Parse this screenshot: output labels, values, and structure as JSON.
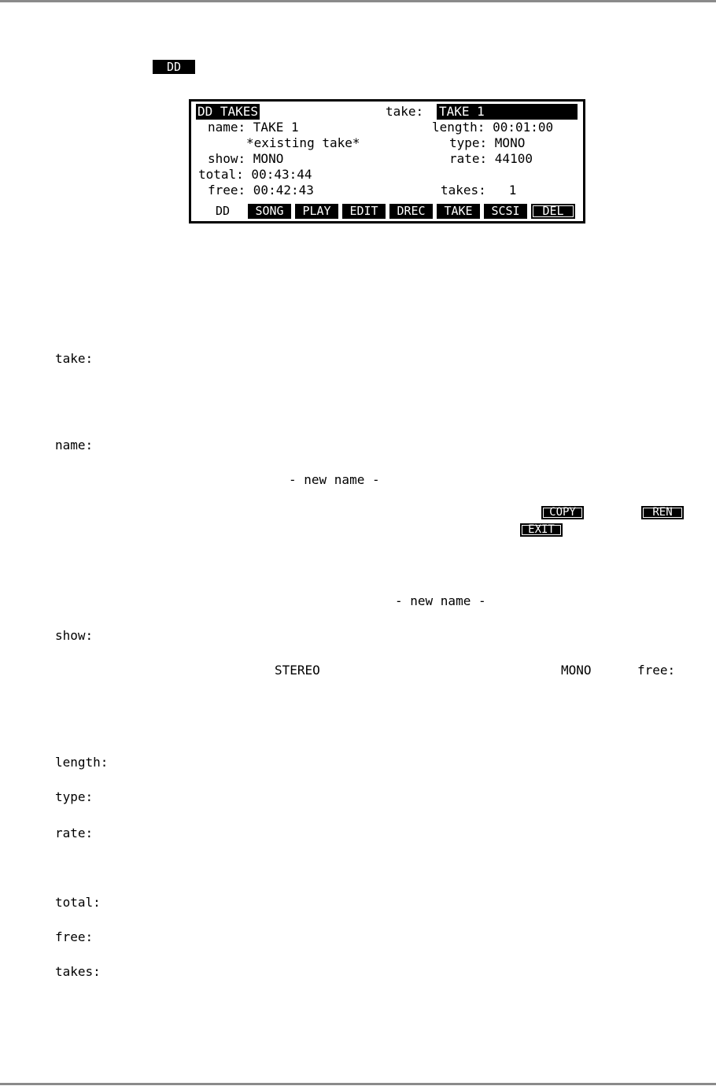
{
  "header_key": "DD",
  "lcd": {
    "title": "DD TAKES",
    "take_label": "take:",
    "take_value": "TAKE 1",
    "name_line": "name: TAKE 1",
    "length_line": "length: 00:01:00",
    "existing_line": "*existing take*",
    "type_line": "type: MONO",
    "show_line": "show: MONO",
    "rate_line": "rate: 44100",
    "total_line": "total: 00:43:44",
    "free_line": "free: 00:42:43",
    "takes_line": "takes:   1",
    "softkeys": [
      {
        "label": "DD",
        "style": "plain"
      },
      {
        "label": "SONG",
        "style": "inv"
      },
      {
        "label": "PLAY",
        "style": "inv"
      },
      {
        "label": "EDIT",
        "style": "inv"
      },
      {
        "label": "DREC",
        "style": "inv"
      },
      {
        "label": "TAKE",
        "style": "inv"
      },
      {
        "label": "SCSI",
        "style": "inv"
      },
      {
        "label": "DEL",
        "style": "boxed"
      }
    ]
  },
  "params": {
    "take": "take:",
    "name": "name:",
    "new_name_1": "- new name -",
    "copy_btn": "COPY",
    "ren_btn": "REN",
    "exit_btn": "EXIT",
    "new_name_2": "- new name -",
    "show": "show:",
    "stereo": "STEREO",
    "mono": "MONO",
    "free_inline": "free:",
    "length": "length:",
    "type": "type:",
    "rate": "rate:",
    "total": "total:",
    "free": "free:",
    "takes": "takes:"
  }
}
